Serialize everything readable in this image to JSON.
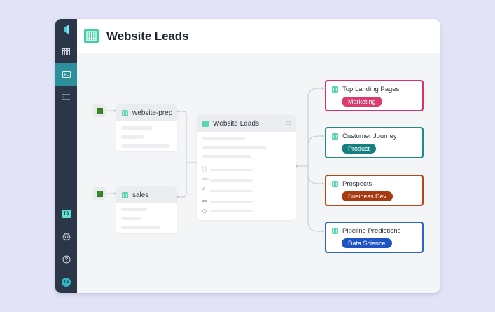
{
  "header": {
    "title": "Website Leads",
    "icon": "table-grid-icon"
  },
  "sidebar": {
    "logo": "app-logo-icon",
    "items": [
      {
        "name": "tables",
        "icon": "grid-icon",
        "active": false
      },
      {
        "name": "terminal",
        "icon": "terminal-icon",
        "active": true
      },
      {
        "name": "list",
        "icon": "list-icon",
        "active": false
      }
    ],
    "bottom": {
      "workspace_badge": "TS",
      "settings_icon": "gear-icon",
      "help_icon": "help-circle-icon",
      "avatar_initials": "TS"
    }
  },
  "sources": [
    {
      "name": "website-prep"
    },
    {
      "name": "sales"
    }
  ],
  "center_node": {
    "name": "Website Leads",
    "column_type_icons": [
      "brackets-icon",
      "text-abc-icon",
      "hash-icon",
      "hierarchy-icon",
      "clock-icon"
    ]
  },
  "outputs": [
    {
      "name": "Top Landing Pages",
      "tag": "Marketing",
      "border": "#d9336b",
      "tag_bg": "#dd3a6f"
    },
    {
      "name": "Customer Journey",
      "tag": "Product",
      "border": "#1f8a8c",
      "tag_bg": "#157f82"
    },
    {
      "name": "Prospects",
      "tag": "Business Dev",
      "border": "#b3471c",
      "tag_bg": "#a63a10"
    },
    {
      "name": "Pipeline Predictions",
      "tag": "Data Science",
      "border": "#2e63c9",
      "tag_bg": "#1f52c2"
    }
  ],
  "colors": {
    "background": "#e3e3f7",
    "sidebar": "#2b3648",
    "sidebar_active": "#2c8f9c",
    "table_icon": "#3ecfa5"
  }
}
